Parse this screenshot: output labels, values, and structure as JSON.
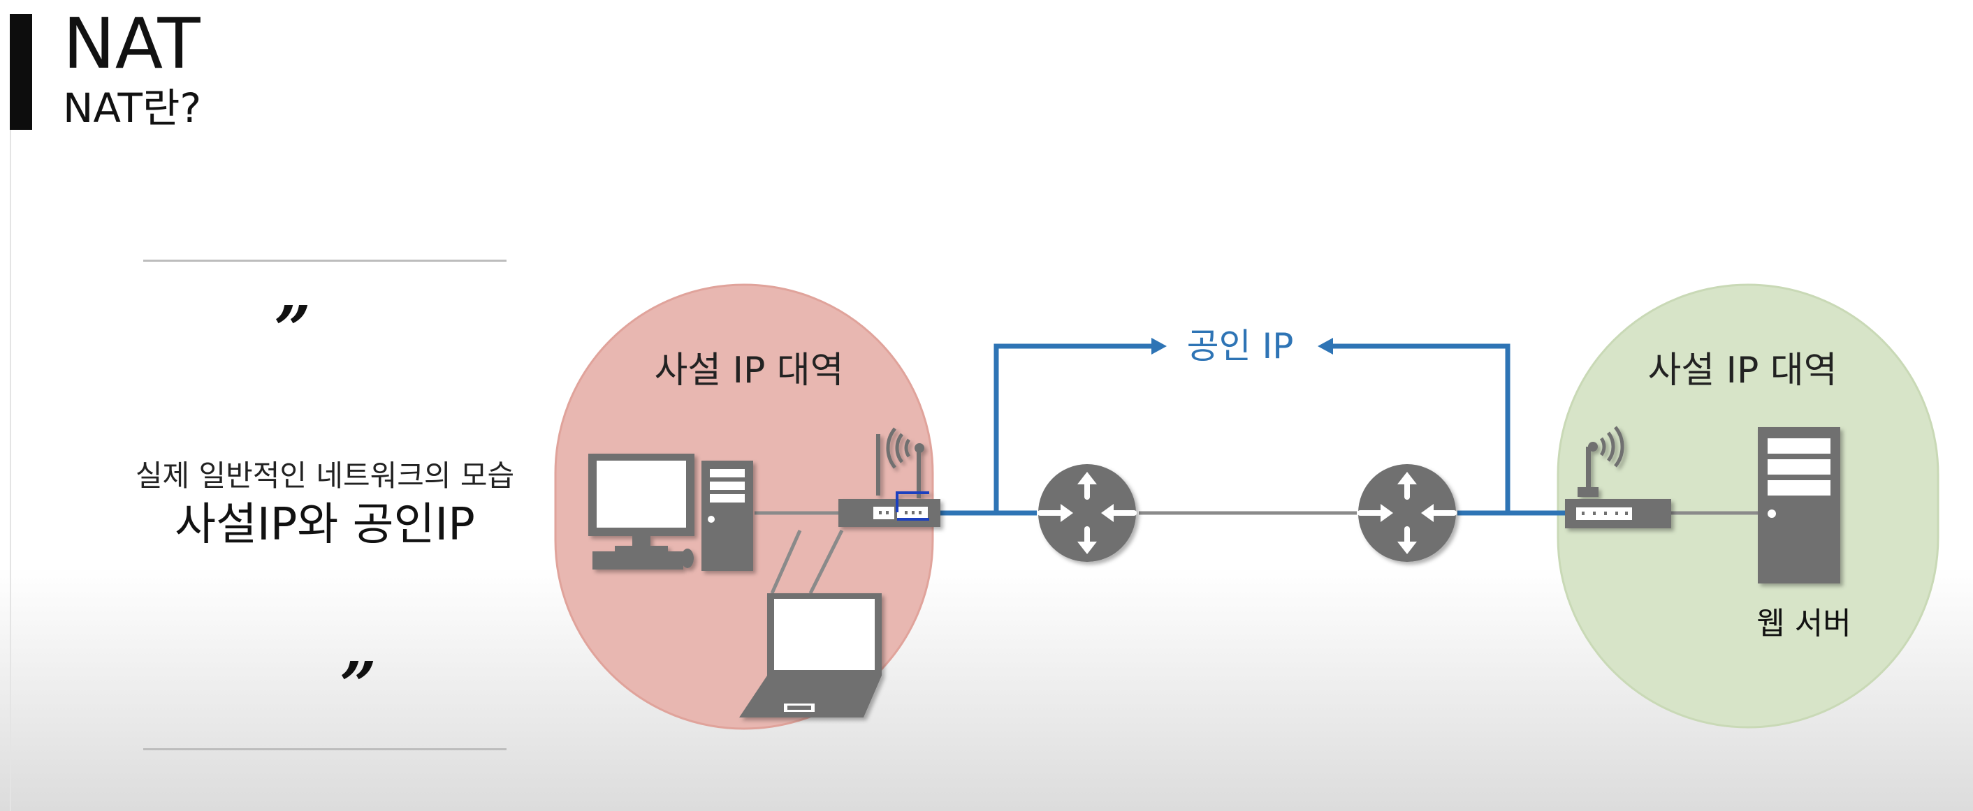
{
  "slide": {
    "title": "NAT",
    "subtitle": "NAT란?"
  },
  "quote": {
    "open_mark": "”",
    "close_mark": "”",
    "sub_text": "실제 일반적인 네트워크의 모습",
    "main_text": "사설IP와 공인IP"
  },
  "diagram": {
    "left_zone_label": "사설 IP 대역",
    "right_zone_label": "사설 IP 대역",
    "public_ip_label": "공인 IP",
    "web_server_label": "웹 서버"
  },
  "colors": {
    "left_zone": "#e8b7b1",
    "right_zone": "#d7e4c8",
    "link_blue": "#2e74b5",
    "device_gray": "#6f6f6f"
  },
  "icons": [
    "desktop-computer-icon",
    "laptop-icon",
    "wifi-router-icon",
    "router-icon",
    "web-server-icon"
  ]
}
